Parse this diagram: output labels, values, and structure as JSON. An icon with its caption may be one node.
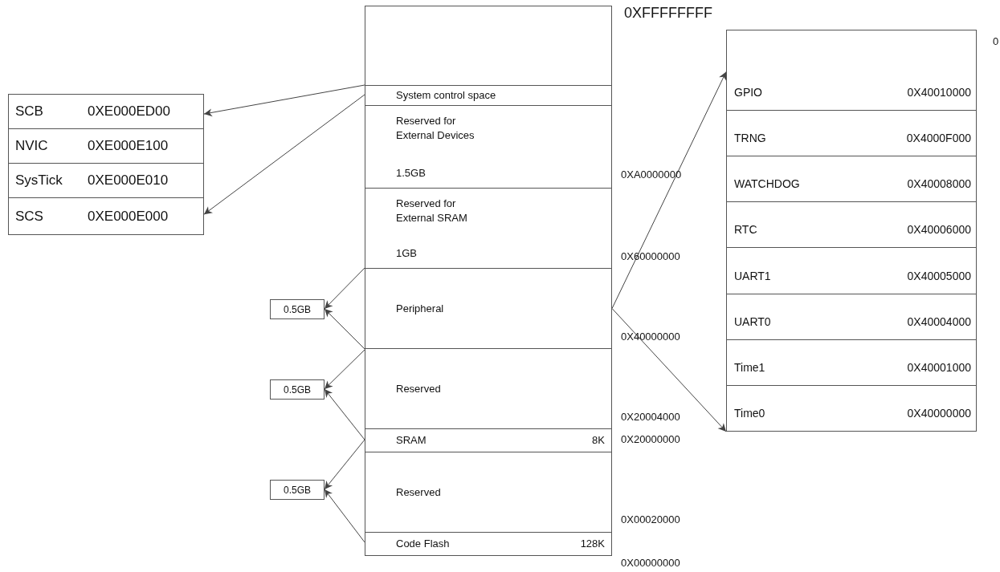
{
  "diagram": {
    "nodes": [
      {
        "text": [],
        "shape": "box"
      },
      {
        "text": [
          "System control space"
        ]
      },
      {
        "text": [
          "Reserved for External Devices",
          "1.5GB"
        ]
      },
      {
        "text": [
          "Reserved for External SRAM",
          "1GB"
        ]
      },
      {
        "text": [
          "Peripheral"
        ]
      },
      {
        "text": [
          "Reserved"
        ]
      },
      {
        "text": [
          "SRAM",
          "8K"
        ]
      },
      {
        "text": [
          "Reserved"
        ]
      },
      {
        "text": [
          "Code Flash",
          "128K"
        ]
      },
      {
        "text": [
          "SCB",
          "0XE000ED00"
        ]
      },
      {
        "text": [
          "NVIC",
          "0XE000E100"
        ]
      },
      {
        "text": [
          "SysTick",
          "0XE000E010"
        ]
      },
      {
        "text": [
          "SCS",
          "0XE000E000"
        ]
      },
      {
        "text": [
          "0.5GB"
        ]
      },
      {
        "text": [
          "0.5GB"
        ]
      },
      {
        "text": [
          "0.5GB"
        ]
      },
      {
        "text": [
          "GPIO",
          "0X40010000"
        ]
      },
      {
        "text": [
          "TRNG",
          "0X4000F000"
        ]
      },
      {
        "text": [
          "WATCHDOG",
          "0X40008000"
        ]
      },
      {
        "text": [
          "RTC",
          "0X40006000"
        ]
      },
      {
        "text": [
          "UART1",
          "0X40005000"
        ]
      },
      {
        "text": [
          "UART0",
          "0X40004000"
        ]
      },
      {
        "text": [
          "Time1",
          "0X40001000"
        ]
      },
      {
        "text": [
          "Time0",
          "0X40000000"
        ]
      }
    ],
    "edges": [
      {
        "from": 1,
        "to": 9,
        "arrow": "to"
      },
      {
        "from": 1,
        "to": 12,
        "arrow": "to"
      },
      {
        "from": 4,
        "to": 13,
        "arrow": "to"
      },
      {
        "from": 4,
        "to": 13,
        "arrow": "to"
      },
      {
        "from": 5,
        "to": 14,
        "arrow": "to"
      },
      {
        "from": 6,
        "to": 14,
        "arrow": "to"
      },
      {
        "from": 6,
        "to": 15,
        "arrow": "to"
      },
      {
        "from": 8,
        "to": 15,
        "arrow": "to"
      },
      {
        "from": 4,
        "to": 16,
        "arrow": "to"
      },
      {
        "from": 4,
        "to": 23,
        "arrow": "to"
      }
    ],
    "labels": [
      "0XFFFFFFFF",
      "0",
      "0XA0000000",
      "0X60000000",
      "0X40000000",
      "0X20004000",
      "0X20000000",
      "0X00020000",
      "0X00000000"
    ]
  }
}
